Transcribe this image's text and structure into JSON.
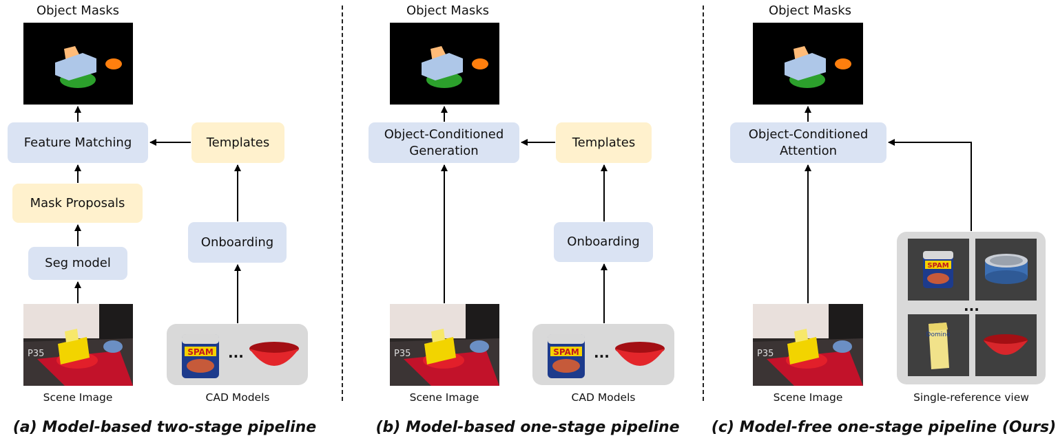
{
  "panels": [
    {
      "mask_title": "Object Masks",
      "feature_box": "Feature Matching",
      "mask_proposals": "Mask Proposals",
      "seg_model": "Seg model",
      "templates": "Templates",
      "onboarding": "Onboarding",
      "scene_caption": "Scene Image",
      "cad_caption": "CAD Models",
      "subtitle": "(a) Model-based two-stage pipeline"
    },
    {
      "mask_title": "Object Masks",
      "gen_line1": "Object-Conditioned",
      "gen_line2": "Generation",
      "templates": "Templates",
      "onboarding": "Onboarding",
      "scene_caption": "Scene Image",
      "cad_caption": "CAD Models",
      "subtitle": "(b) Model-based one-stage pipeline"
    },
    {
      "mask_title": "Object Masks",
      "att_line1": "Object-Conditioned",
      "att_line2": "Attention",
      "scene_caption": "Scene Image",
      "ref_caption": "Single-reference view",
      "subtitle": "(c) Model-free one-stage pipeline (Ours)"
    }
  ],
  "ellipsis": "...",
  "spam_text": "SPAM",
  "domino_text": "Domino",
  "colors": {
    "box_blue": "#dae3f3",
    "box_yellow": "#fff1cd",
    "mask_bg": "#000000",
    "mask_green": "#2ca02c",
    "mask_lightblue": "#aec7e8",
    "mask_peach": "#ffbb78",
    "mask_orange": "#ff7f0e",
    "tray_gray": "#d9d9d9"
  }
}
